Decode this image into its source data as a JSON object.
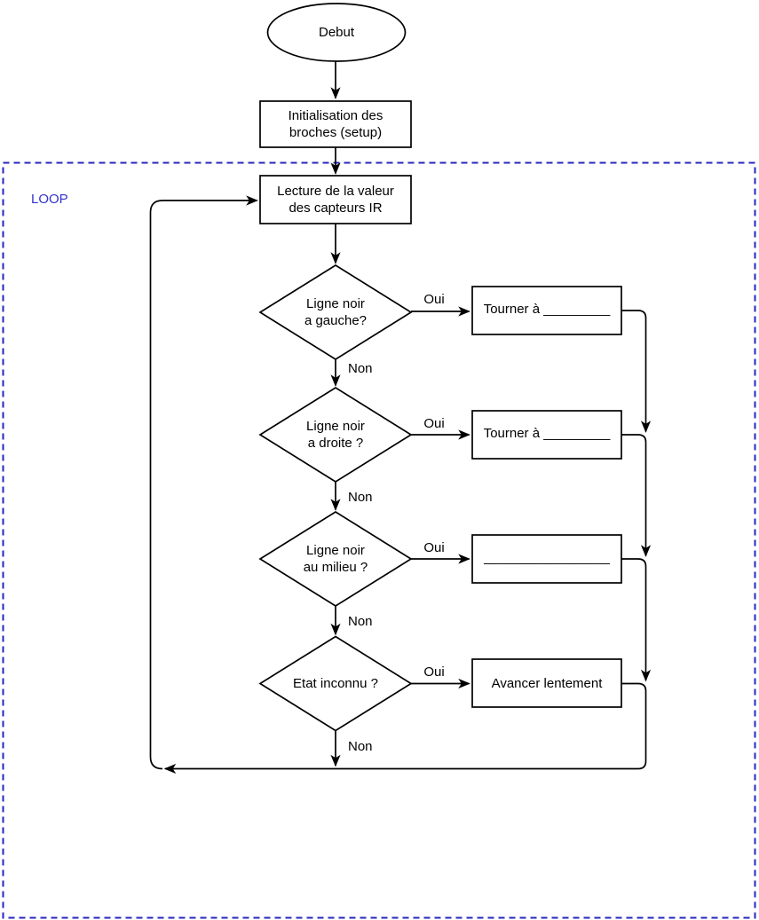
{
  "diagram": {
    "loop_label": "LOOP",
    "nodes": {
      "start": "Debut",
      "setup": "Initialisation des\nbroches (setup)",
      "read": "Lecture de la valeur\ndes capteurs IR",
      "decision_left": "Ligne noir\na gauche?",
      "decision_right": "Ligne noir\na droite ?",
      "decision_middle": "Ligne noir\nau milieu ?",
      "decision_unknown": "Etat inconnu ?",
      "action_turn_left": "Tourner à _________",
      "action_turn_right": "Tourner à _________",
      "action_blank": "_________________",
      "action_forward": "Avancer lentement"
    },
    "edge_labels": {
      "yes": "Oui",
      "no": "Non"
    },
    "colors": {
      "loop_border": "#2424c0",
      "loop_text": "#3333cc",
      "stroke": "#000000",
      "background": "#ffffff"
    }
  }
}
